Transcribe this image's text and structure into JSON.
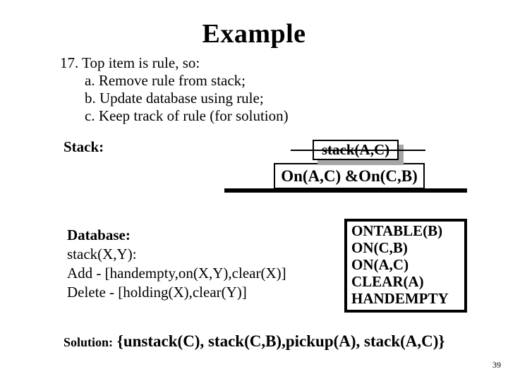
{
  "slide": {
    "title": "Example",
    "page_number": "39"
  },
  "steps": {
    "heading": "17. Top item is rule, so:",
    "items": [
      "a. Remove rule from stack;",
      "b. Update database using rule;",
      "c. Keep track of rule (for solution)"
    ]
  },
  "stack_section": {
    "label": "Stack:",
    "popped_rule": "stack(A,C)",
    "goal": "On(A,C) &On(C,B)"
  },
  "database_section": {
    "label": "Database:",
    "rule_name": "stack(X,Y):",
    "add_line": "Add - [handempty,on(X,Y),clear(X)]",
    "delete_line": "Delete - [holding(X),clear(Y)]",
    "facts": [
      "ONTABLE(B)",
      "ON(C,B)",
      "ON(A,C)",
      "CLEAR(A)",
      "HANDEMPTY"
    ]
  },
  "solution": {
    "label": "Solution:",
    "value": " {unstack(C), stack(C,B),pickup(A), stack(A,C)}"
  },
  "colors": {
    "background": "#ffffff",
    "text": "#000000",
    "shadow": "#a6a6a6"
  }
}
